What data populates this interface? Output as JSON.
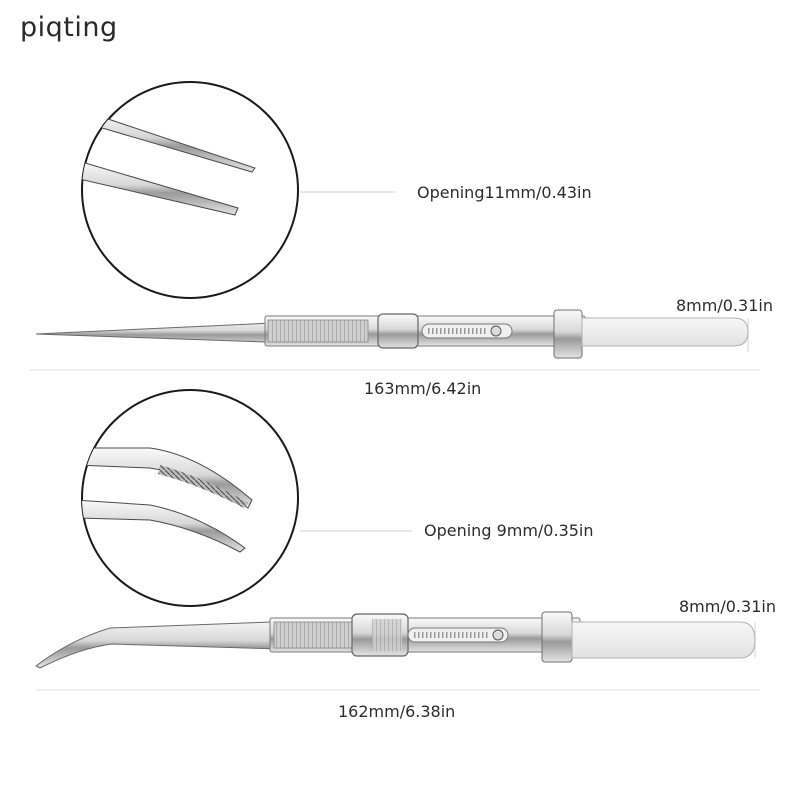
{
  "brand": {
    "name": "piqting"
  },
  "products": [
    {
      "type": "straight-tip tweezers",
      "opening_label": "Opening11mm/0.43in",
      "width_label": "8mm/0.31in",
      "length_label": "163mm/6.42in"
    },
    {
      "type": "curved-tip tweezers",
      "opening_label": "Opening 9mm/0.35in",
      "width_label": "8mm/0.31in",
      "length_label": "162mm/6.38in"
    }
  ],
  "colors": {
    "background": "#ffffff",
    "text": "#2c2c2c",
    "steel_light": "#f2f2f2",
    "steel_mid": "#c9c9c9",
    "steel_dark": "#7a7a7a",
    "guide_line": "#d6d6d6"
  }
}
